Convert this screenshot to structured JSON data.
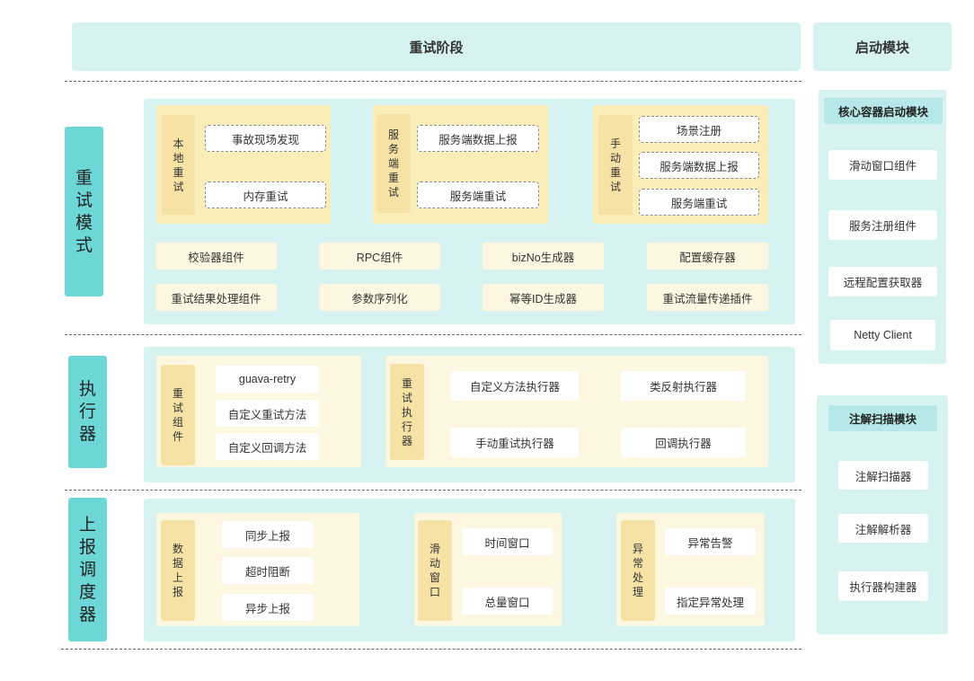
{
  "header": {
    "title": "重试阶段",
    "right_title": "启动模块"
  },
  "sections": {
    "retry_mode": {
      "label": "重\n试\n模\n式"
    },
    "executor": {
      "label": "执\n行\n器"
    },
    "report_scheduler": {
      "label": "上\n报\n调\n度\n器"
    }
  },
  "retry_mode": {
    "local": {
      "label": "本\n地\n重\n试",
      "items": [
        "事故现场发现",
        "内存重试"
      ]
    },
    "server": {
      "label": "服\n务\n端\n重\n试",
      "items": [
        "服务端数据上报",
        "服务端重试"
      ]
    },
    "manual": {
      "label": "手\n动\n重\n试",
      "items": [
        "场景注册",
        "服务端数据上报",
        "服务端重试"
      ]
    },
    "components": [
      "校验器组件",
      "RPC组件",
      "bizNo生成器",
      "配置缓存器",
      "重试结果处理组件",
      "参数序列化",
      "幂等ID生成器",
      "重试流量传递插件"
    ]
  },
  "executor": {
    "retry_component": {
      "label": "重\n试\n组\n件",
      "items": [
        "guava-retry",
        "自定义重试方法",
        "自定义回调方法"
      ]
    },
    "retry_executor": {
      "label": "重\n试\n执\n行\n器",
      "items": [
        "自定义方法执行器",
        "类反射执行器",
        "手动重试执行器",
        "回调执行器"
      ]
    }
  },
  "report": {
    "data_report": {
      "label": "数\n据\n上\n报",
      "items": [
        "同步上报",
        "超时阻断",
        "异步上报"
      ]
    },
    "sliding_window": {
      "label": "滑\n动\n窗\n口",
      "items": [
        "时间窗口",
        "总量窗口"
      ]
    },
    "exception": {
      "label": "异\n常\n处\n理",
      "items": [
        "异常告警",
        "指定异常处理"
      ]
    }
  },
  "startup": {
    "core": {
      "title": "核心容器启动模块",
      "items": [
        "滑动窗口组件",
        "服务注册组件",
        "远程配置获取器",
        "Netty Client"
      ]
    },
    "annotation": {
      "title": "注解扫描模块",
      "items": [
        "注解扫描器",
        "注解解析器",
        "执行器构建器"
      ]
    }
  }
}
